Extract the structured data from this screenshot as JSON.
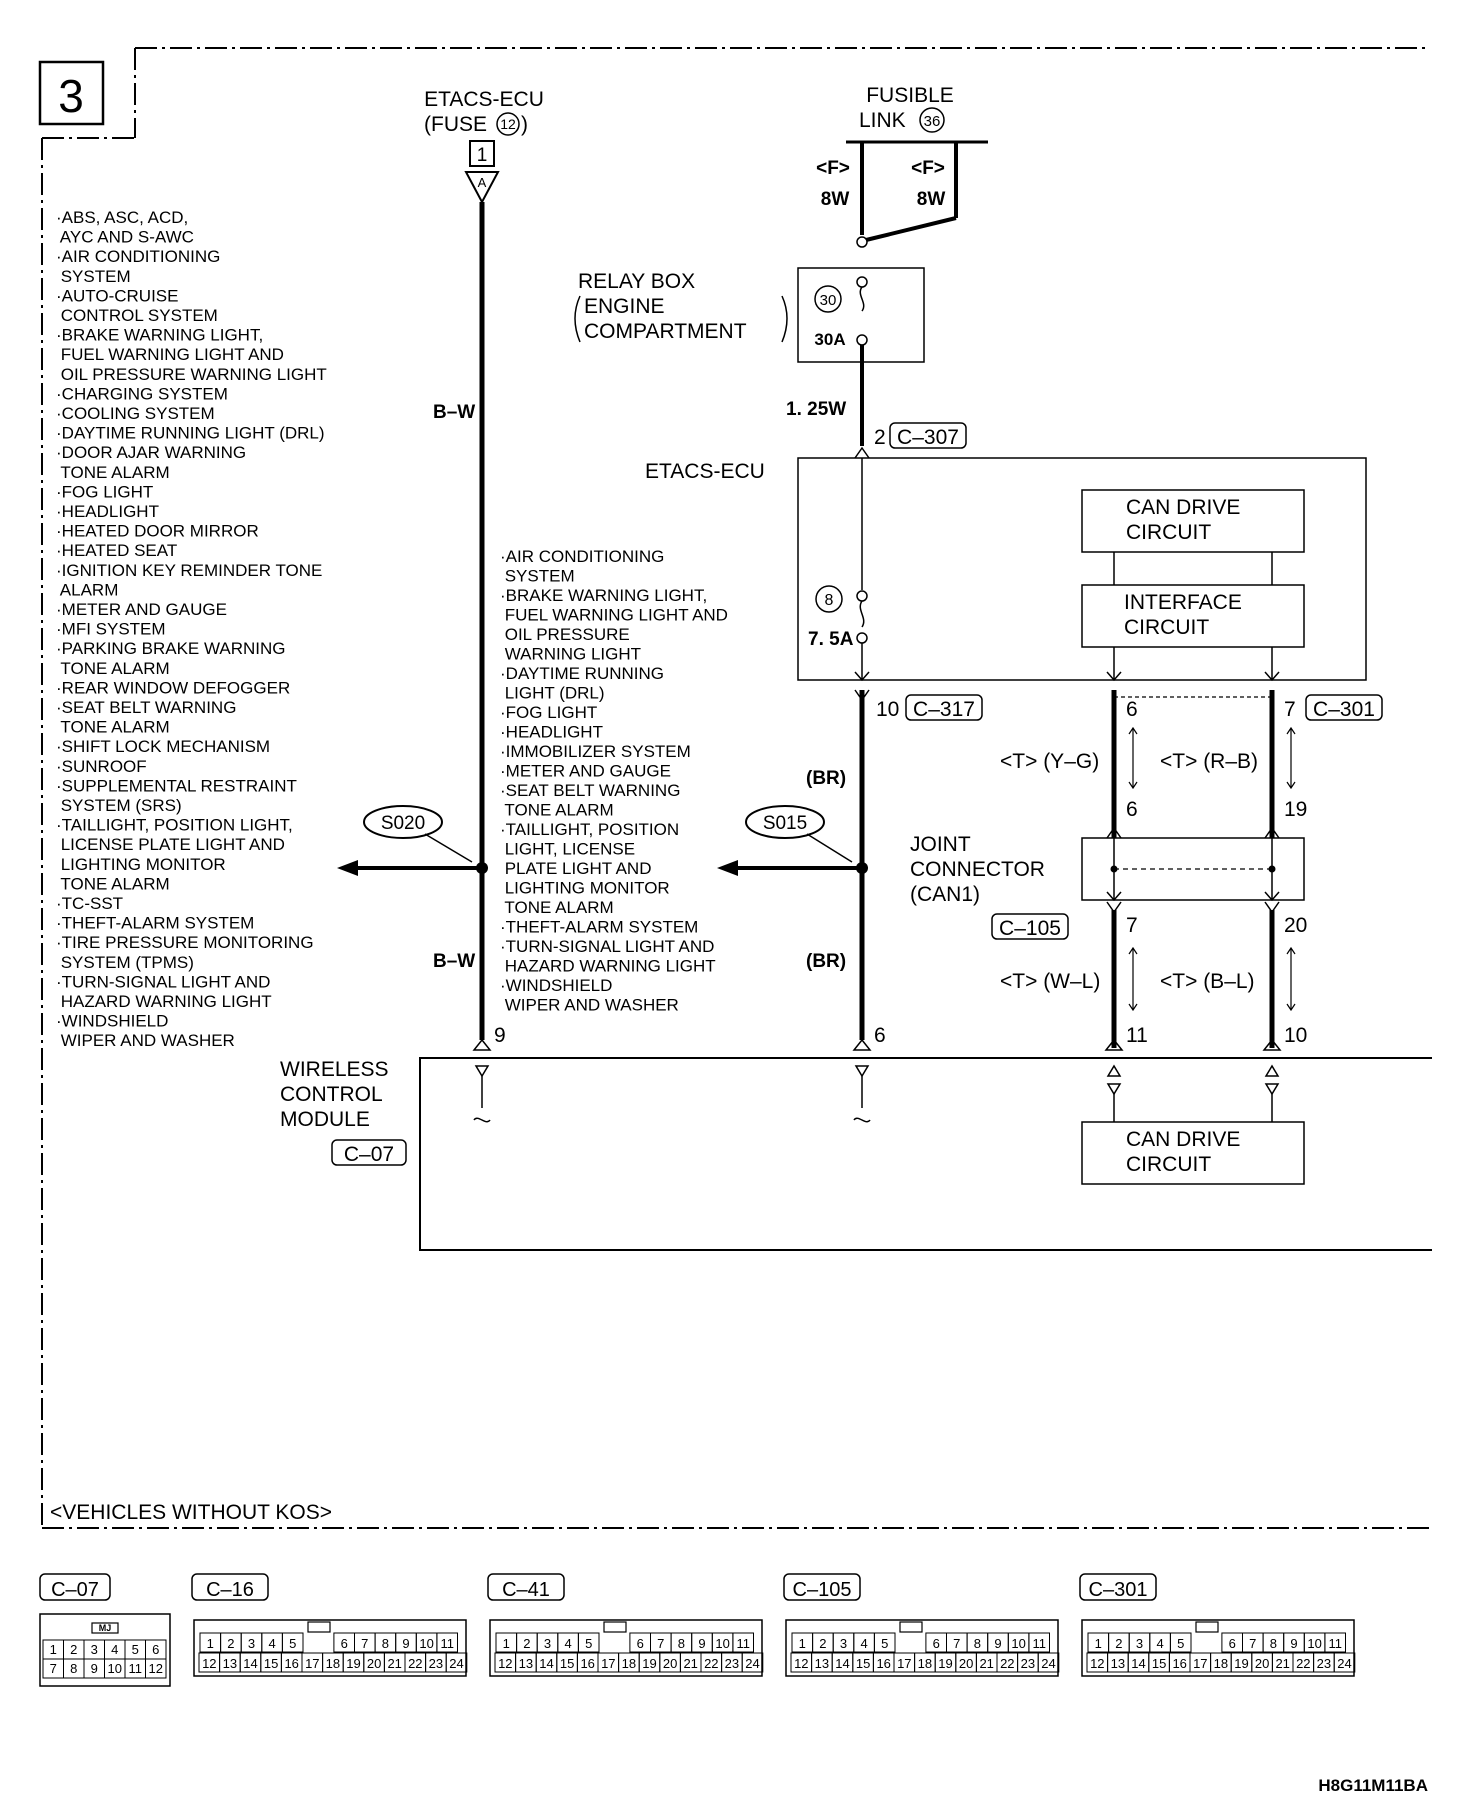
{
  "page": {
    "section_number": "3",
    "footer_note": "<VEHICLES WITHOUT KOS>",
    "figure_code": "H8G11M11BA"
  },
  "etacs_fuse": {
    "title": "ETACS-ECU",
    "subtitle": "(FUSE",
    "fuse_no": "12",
    "close": ")",
    "terminal": "1",
    "connector_marker": "A",
    "wire_top": "B–W",
    "wire_bottom": "B–W",
    "splice": "S020",
    "pin_at_module": "9"
  },
  "fusible_link": {
    "title": "FUSIBLE",
    "subtitle": "LINK",
    "link_no": "36",
    "left_mark": "<F>",
    "left_wire": "8W",
    "right_mark": "<F>",
    "right_wire": "8W"
  },
  "relay_box": {
    "title": "RELAY BOX",
    "line1": "ENGINE",
    "line2": "COMPARTMENT",
    "fuse_no": "30",
    "fuse_rating": "30A"
  },
  "etacs_ecu": {
    "wire_in": "1. 25W",
    "pin_in": "2",
    "conn_in": "C–307",
    "title": "ETACS-ECU",
    "fuse_no": "8",
    "fuse_rating": "7. 5A",
    "can_drive": [
      "CAN DRIVE",
      "CIRCUIT"
    ],
    "interface": [
      "INTERFACE",
      "CIRCUIT"
    ],
    "pin_out": "10",
    "conn_out": "C–317",
    "pin_can_h": "6",
    "pin_can_l": "7",
    "conn_can": "C–301"
  },
  "br_line": {
    "wire_top": "(BR)",
    "wire_bottom": "(BR)",
    "splice": "S015",
    "pin_at_module": "6"
  },
  "can_lines": {
    "upper_left_label": "<T> (Y–G)",
    "upper_right_label": "<T> (R–B)",
    "lower_left_label": "<T> (W–L)",
    "lower_right_label": "<T> (B–L)",
    "jc_pin_a_top": "6",
    "jc_pin_b_top": "19",
    "jc_pin_a_bot": "7",
    "jc_pin_b_bot": "20",
    "module_pin_a": "11",
    "module_pin_b": "10"
  },
  "joint_connector": {
    "lines": [
      "JOINT",
      "CONNECTOR",
      "(CAN1)"
    ],
    "connector": "C–105"
  },
  "module": {
    "lines": [
      "WIRELESS",
      "CONTROL",
      "MODULE"
    ],
    "connector": "C–07",
    "can_drive": [
      "CAN DRIVE",
      "CIRCUIT"
    ]
  },
  "left_systems": [
    "·ABS, ASC, ACD,",
    " AYC AND S-AWC",
    "·AIR CONDITIONING",
    " SYSTEM",
    "·AUTO-CRUISE",
    " CONTROL SYSTEM",
    "·BRAKE WARNING LIGHT,",
    " FUEL WARNING LIGHT AND",
    " OIL PRESSURE WARNING LIGHT",
    "·CHARGING SYSTEM",
    "·COOLING SYSTEM",
    "·DAYTIME RUNNING LIGHT (DRL)",
    "·DOOR AJAR WARNING",
    " TONE ALARM",
    "·FOG LIGHT",
    "·HEADLIGHT",
    "·HEATED DOOR MIRROR",
    "·HEATED SEAT",
    "·IGNITION KEY REMINDER TONE",
    " ALARM",
    "·METER AND GAUGE",
    "·MFI SYSTEM",
    "·PARKING BRAKE WARNING",
    " TONE ALARM",
    "·REAR WINDOW DEFOGGER",
    "·SEAT BELT WARNING",
    " TONE ALARM",
    "·SHIFT LOCK MECHANISM",
    "·SUNROOF",
    "·SUPPLEMENTAL RESTRAINT",
    " SYSTEM (SRS)",
    "·TAILLIGHT, POSITION LIGHT,",
    " LICENSE PLATE LIGHT AND",
    " LIGHTING MONITOR",
    " TONE ALARM",
    "·TC-SST",
    "·THEFT-ALARM SYSTEM",
    "·TIRE PRESSURE MONITORING",
    " SYSTEM (TPMS)",
    "·TURN-SIGNAL LIGHT AND",
    " HAZARD WARNING LIGHT",
    "·WINDSHIELD",
    " WIPER AND WASHER"
  ],
  "middle_systems": [
    "·AIR CONDITIONING",
    " SYSTEM",
    "·BRAKE WARNING LIGHT,",
    " FUEL WARNING LIGHT AND",
    " OIL PRESSURE",
    " WARNING LIGHT",
    "·DAYTIME RUNNING",
    " LIGHT (DRL)",
    "·FOG LIGHT",
    "·HEADLIGHT",
    "·IMMOBILIZER SYSTEM",
    "·METER AND GAUGE",
    "·SEAT BELT WARNING",
    " TONE ALARM",
    "·TAILLIGHT, POSITION",
    " LIGHT, LICENSE",
    " PLATE LIGHT AND",
    " LIGHTING MONITOR",
    " TONE ALARM",
    "·THEFT-ALARM SYSTEM",
    "·TURN-SIGNAL LIGHT AND",
    " HAZARD WARNING LIGHT",
    "·WINDSHIELD",
    " WIPER AND WASHER"
  ],
  "connectors": [
    {
      "label": "C–07",
      "tag": "MJ",
      "row1": [
        "1",
        "2",
        "3",
        "4",
        "5",
        "6"
      ],
      "row2": [
        "7",
        "8",
        "9",
        "10",
        "11",
        "12"
      ]
    },
    {
      "label": "C–16",
      "row1": [
        "1",
        "2",
        "3",
        "4",
        "5",
        "",
        "6",
        "7",
        "8",
        "9",
        "10",
        "11"
      ],
      "row2": [
        "12",
        "13",
        "14",
        "15",
        "16",
        "17",
        "18",
        "19",
        "20",
        "21",
        "22",
        "23",
        "24"
      ]
    },
    {
      "label": "C–41",
      "row1": [
        "1",
        "2",
        "3",
        "4",
        "5",
        "",
        "6",
        "7",
        "8",
        "9",
        "10",
        "11"
      ],
      "row2": [
        "12",
        "13",
        "14",
        "15",
        "16",
        "17",
        "18",
        "19",
        "20",
        "21",
        "22",
        "23",
        "24"
      ]
    },
    {
      "label": "C–105",
      "row1": [
        "1",
        "2",
        "3",
        "4",
        "5",
        "",
        "6",
        "7",
        "8",
        "9",
        "10",
        "11"
      ],
      "row2": [
        "12",
        "13",
        "14",
        "15",
        "16",
        "17",
        "18",
        "19",
        "20",
        "21",
        "22",
        "23",
        "24"
      ]
    },
    {
      "label": "C–301",
      "row1": [
        "1",
        "2",
        "3",
        "4",
        "5",
        "",
        "6",
        "7",
        "8",
        "9",
        "10",
        "11"
      ],
      "row2": [
        "12",
        "13",
        "14",
        "15",
        "16",
        "17",
        "18",
        "19",
        "20",
        "21",
        "22",
        "23",
        "24"
      ]
    }
  ]
}
